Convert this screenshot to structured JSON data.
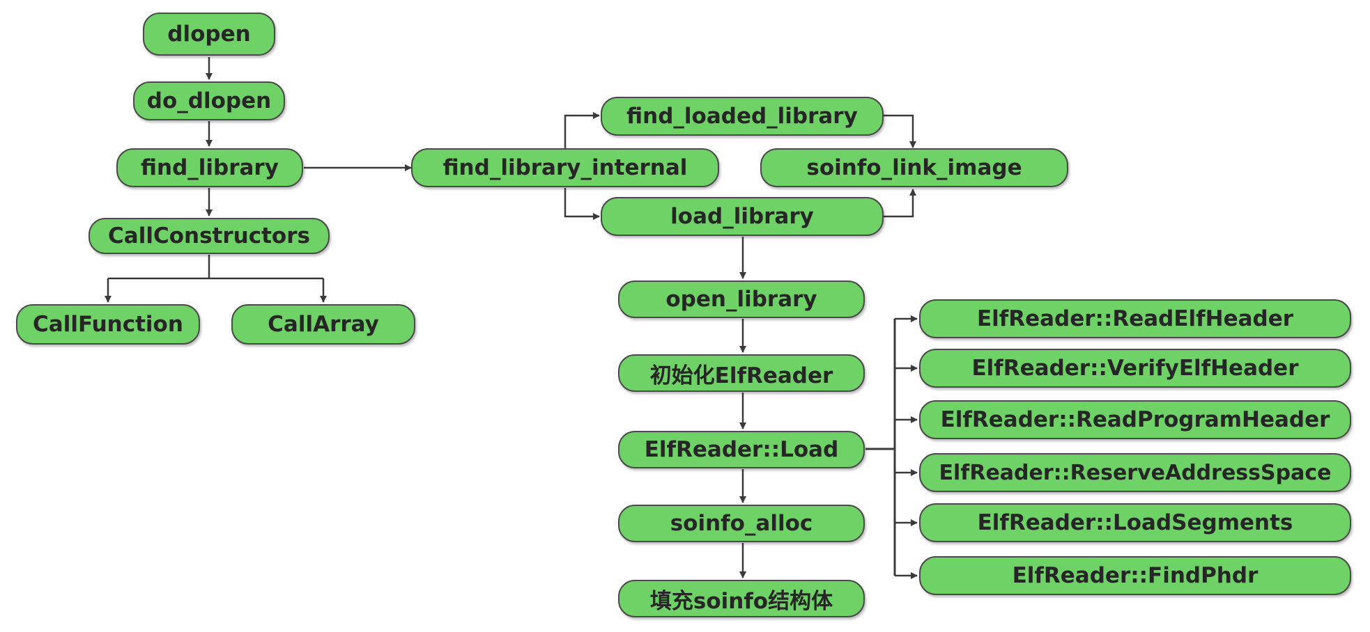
{
  "colors": {
    "node_fill": "#6fd266",
    "node_border": "#4a4a4a",
    "edge": "#3a3a3a",
    "text": "#262626"
  },
  "nodes": {
    "dlopen": "dlopen",
    "do_dlopen": "do_dlopen",
    "find_library": "find_library",
    "call_constructors": "CallConstructors",
    "call_function": "CallFunction",
    "call_array": "CallArray",
    "find_library_internal": "find_library_internal",
    "find_loaded_library": "find_loaded_library",
    "soinfo_link_image": "soinfo_link_image",
    "load_library": "load_library",
    "open_library": "open_library",
    "init_elfreader": "初始化ElfReader",
    "elfreader_load": "ElfReader::Load",
    "soinfo_alloc": "soinfo_alloc",
    "fill_soinfo": "填充soinfo结构体",
    "read_elf_header": "ElfReader::ReadElfHeader",
    "verify_elf_header": "ElfReader::VerifyElfHeader",
    "read_program_header": "ElfReader::ReadProgramHeader",
    "reserve_address_space": "ElfReader::ReserveAddressSpace",
    "load_segments": "ElfReader::LoadSegments",
    "find_phdr": "ElfReader::FindPhdr"
  }
}
